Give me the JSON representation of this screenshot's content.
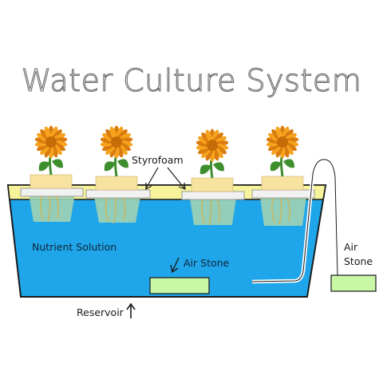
{
  "diagram": {
    "title": "Water Culture System",
    "labels": {
      "styrofoam": "Styrofoam",
      "nutrient_solution": "Nutrient Solution",
      "air_stone_inside": "Air Stone",
      "reservoir": "Reservoir",
      "air_stone_outside_line1": "Air",
      "air_stone_outside_line2": "Stone"
    },
    "colors": {
      "water": "#1fa6ea",
      "foam": "#f7f39a",
      "net_pot": "#9fd3b4",
      "air_stone": "#c8f7a6",
      "petal": "#f6a21c",
      "petal_dark": "#d97b0e",
      "stem": "#3e8e2e"
    },
    "plant_count": 4
  }
}
